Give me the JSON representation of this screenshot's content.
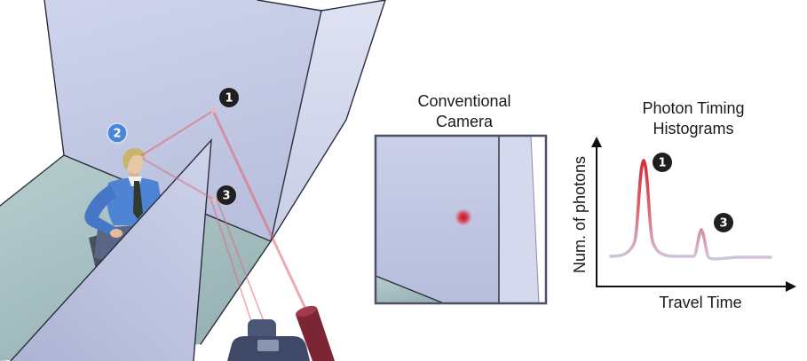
{
  "scene": {
    "markers": [
      {
        "label": "1",
        "color": "#1f1f22"
      },
      {
        "label": "2",
        "color": "#4a86d6"
      },
      {
        "label": "3",
        "color": "#1f1f22"
      }
    ],
    "colors": {
      "wall": "#cfd4ec",
      "floor": "#b6cdce",
      "occluder": "#cdd2ea",
      "laser": "#e06470",
      "shirt": "#4f83d4",
      "camera": "#3f4867",
      "laser_device": "#7c2535"
    }
  },
  "conventional_camera": {
    "title_lines": [
      "Conventional",
      "Camera"
    ],
    "colors": {
      "frame": "#4c5068",
      "dot": "#d8283a"
    }
  },
  "histogram": {
    "title_lines": [
      "Photon Timing",
      "Histograms"
    ],
    "ylabel": "Num. of photons",
    "xlabel": "Travel Time",
    "peak_markers": [
      {
        "label": "1",
        "color": "#1f1f22"
      },
      {
        "label": "3",
        "color": "#1f1f22"
      }
    ],
    "colors": {
      "peak": "#d22c36",
      "baseline": "#cfc7de",
      "axes": "#111111"
    }
  }
}
